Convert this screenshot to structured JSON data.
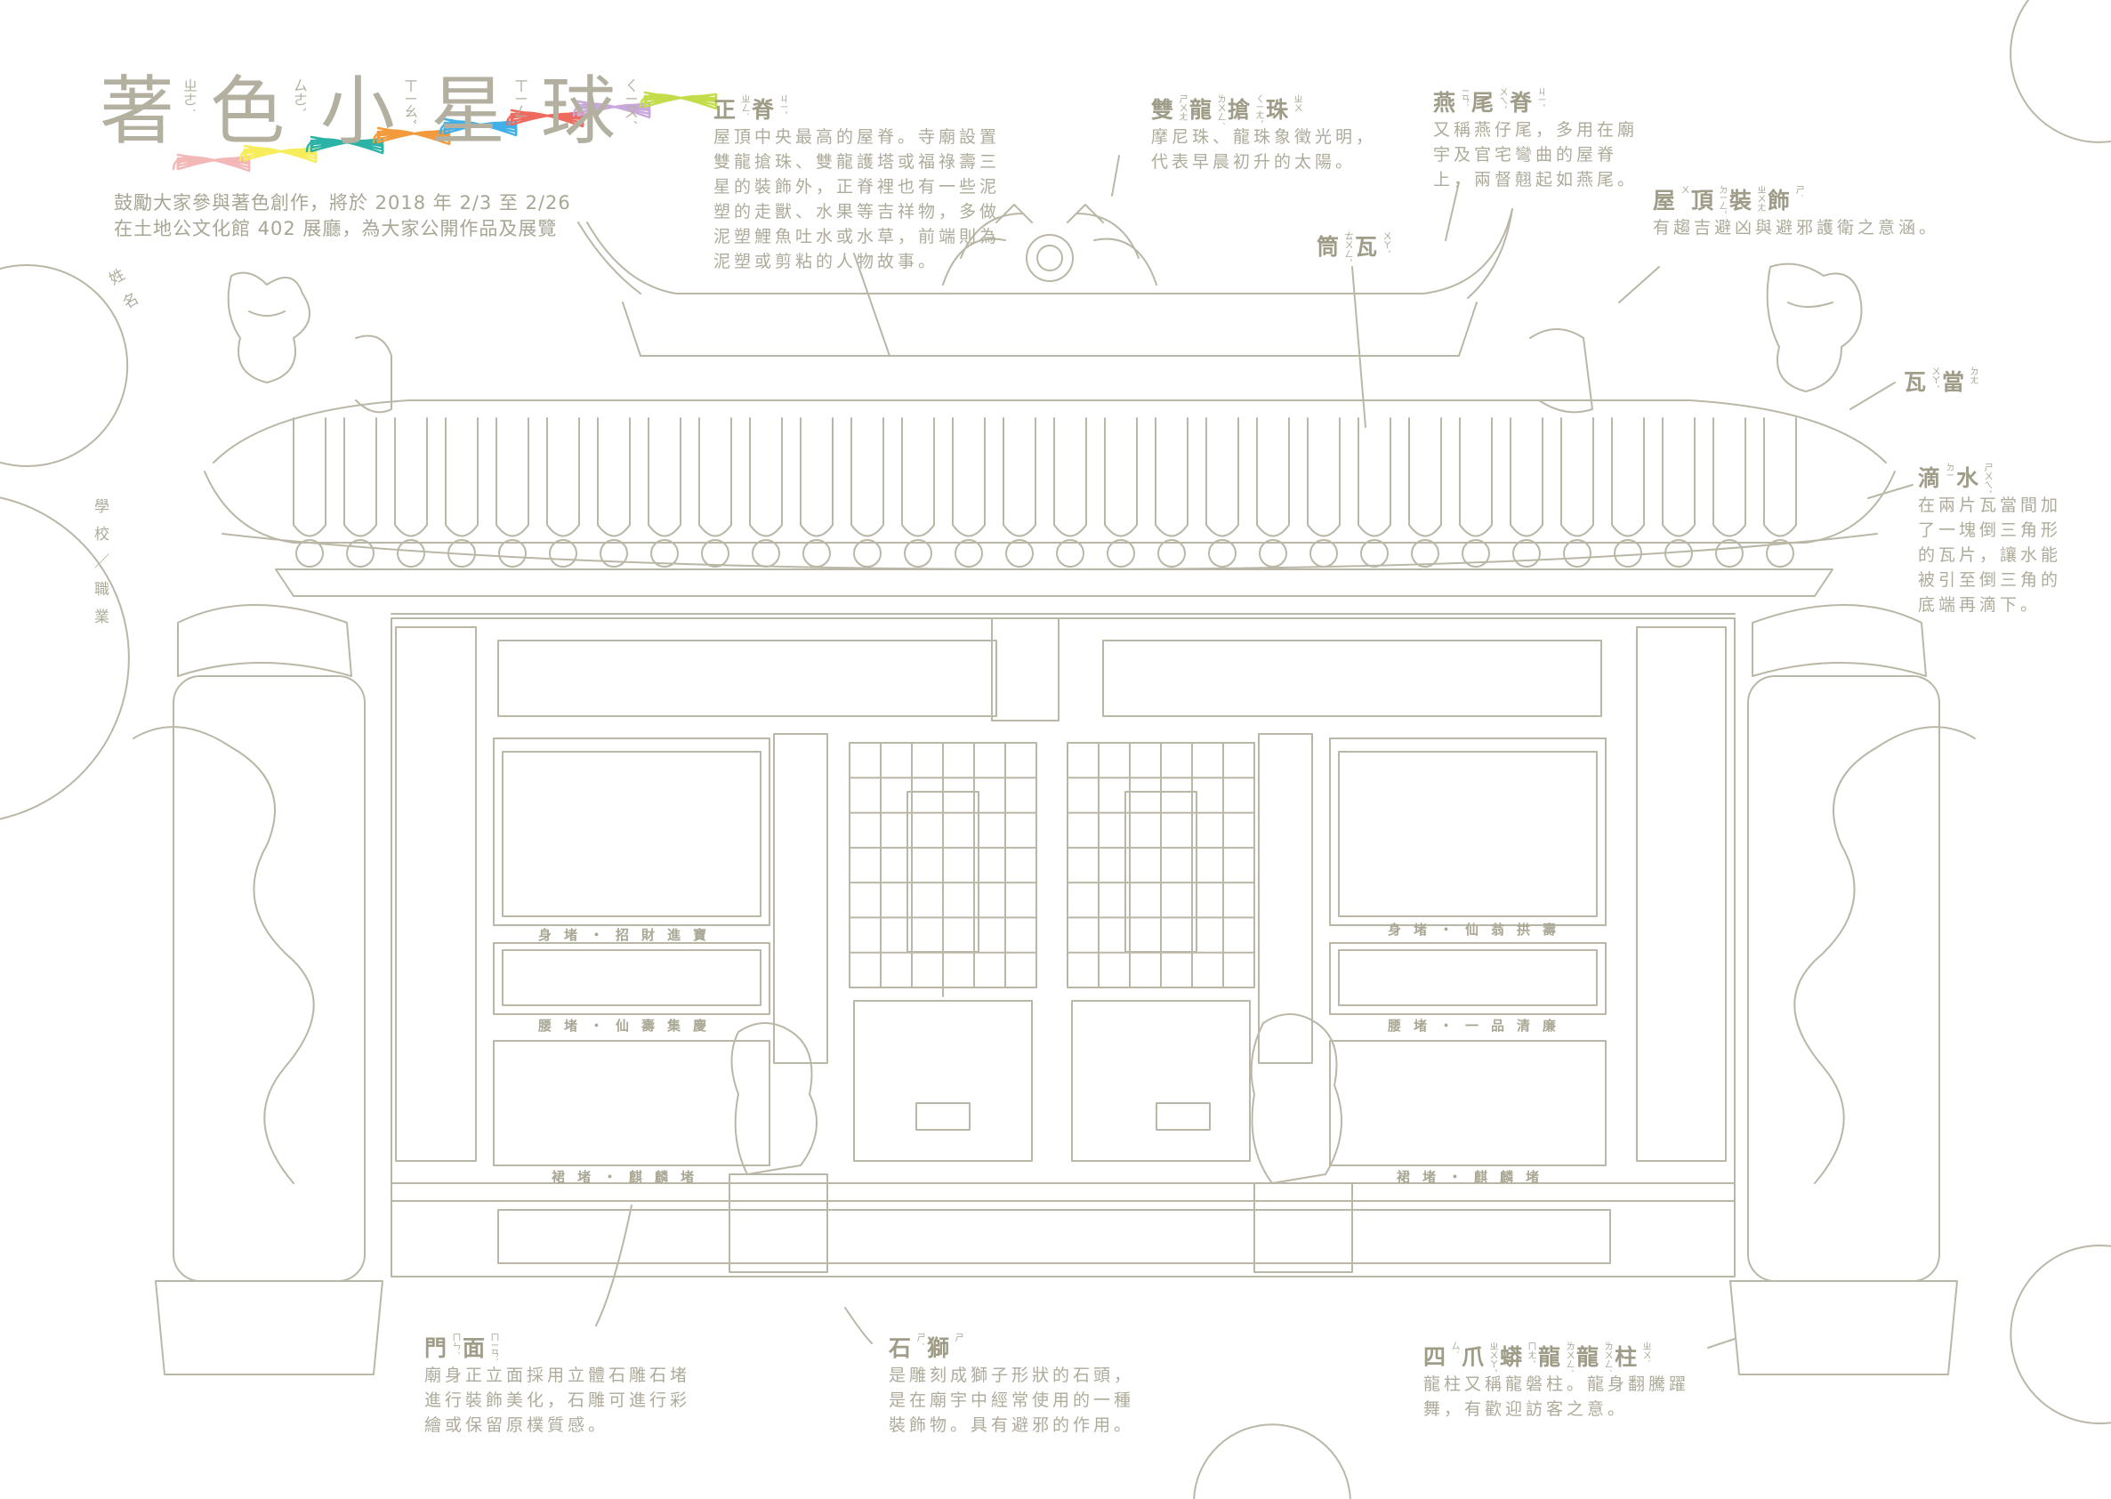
{
  "title": {
    "text": "著色小星球",
    "chars": [
      {
        "c": "著",
        "z": "ㄓㄜ˙"
      },
      {
        "c": "色",
        "z": "ㄙㄜˋ"
      },
      {
        "c": "小",
        "z": "ㄒㄧㄠˇ"
      },
      {
        "c": "星",
        "z": "ㄒㄧㄥ"
      },
      {
        "c": "球",
        "z": "ㄑㄧㄡˊ"
      }
    ],
    "scribble_colors": [
      "#f4b7b7",
      "#f7ec5a",
      "#2bb3a8",
      "#f29a3c",
      "#3fb0e8",
      "#ee6a5e",
      "#c9a9dc",
      "#c3dd4a"
    ]
  },
  "intro": [
    "鼓勵大家參與著色創作，將於 2018 年 2/3 至 2/26",
    "在土地公文化館 402 展廳，為大家公開作品及展覽"
  ],
  "form": {
    "name_label": "姓名",
    "school_label": "學校／職業"
  },
  "annotations": [
    {
      "id": "a-zhengji",
      "head": [
        {
          "c": "正",
          "z": "ㄓㄥˋ"
        },
        {
          "c": "脊",
          "z": "ㄐㄧˇ"
        }
      ],
      "body": [
        "屋頂中央最高的屋脊。寺廟設置",
        "雙龍搶珠、雙龍護塔或福祿壽三",
        "星的裝飾外，正脊裡也有一些泥",
        "塑的走獸、水果等吉祥物，多做",
        "泥塑鯉魚吐水或水草，前端則為",
        "泥塑或剪粘的人物故事。"
      ]
    },
    {
      "id": "a-shuanglong",
      "head": [
        {
          "c": "雙",
          "z": "ㄕㄨㄤ"
        },
        {
          "c": "龍",
          "z": "ㄌㄨㄥˊ"
        },
        {
          "c": "搶",
          "z": "ㄑㄧㄤˇ"
        },
        {
          "c": "珠",
          "z": "ㄓㄨ"
        }
      ],
      "body": [
        "摩尼珠、龍珠象徵光明，",
        "代表早晨初升的太陽。"
      ]
    },
    {
      "id": "a-yanweiji",
      "head": [
        {
          "c": "燕",
          "z": "ㄧㄢˋ"
        },
        {
          "c": "尾",
          "z": "ㄨㄟˇ"
        },
        {
          "c": "脊",
          "z": "ㄐㄧˇ"
        }
      ],
      "body": [
        "又稱燕仔尾，多用在廟",
        "宇及官宅彎曲的屋脊",
        "上，兩督翹起如燕尾。"
      ]
    },
    {
      "id": "a-tongwa",
      "head": [
        {
          "c": "筒",
          "z": "ㄊㄨㄥˇ"
        },
        {
          "c": "瓦",
          "z": "ㄨㄚˇ"
        }
      ],
      "body": []
    },
    {
      "id": "a-wuding",
      "head": [
        {
          "c": "屋",
          "z": "ㄨ"
        },
        {
          "c": "頂",
          "z": "ㄉㄧㄥˇ"
        },
        {
          "c": "裝",
          "z": "ㄓㄨㄤ"
        },
        {
          "c": "飾",
          "z": "ㄕˋ"
        }
      ],
      "body": [
        "有趨吉避凶與避邪護衛之意涵。"
      ]
    },
    {
      "id": "a-wadang",
      "head": [
        {
          "c": "瓦",
          "z": "ㄨㄚˇ"
        },
        {
          "c": "當",
          "z": "ㄉㄤ"
        }
      ],
      "body": []
    },
    {
      "id": "a-dishui",
      "head": [
        {
          "c": "滴",
          "z": "ㄉㄧ"
        },
        {
          "c": "水",
          "z": "ㄕㄨㄟˇ"
        }
      ],
      "body": [
        "在兩片瓦當間加",
        "了一塊倒三角形",
        "的瓦片，讓水能",
        "被引至倒三角的",
        "底端再滴下。"
      ]
    },
    {
      "id": "a-menmian",
      "head": [
        {
          "c": "門",
          "z": "ㄇㄣˊ"
        },
        {
          "c": "面",
          "z": "ㄇㄧㄢˋ"
        }
      ],
      "body": [
        "廟身正立面採用立體石雕石堵",
        "進行裝飾美化，石雕可進行彩",
        "繪或保留原樸質感。"
      ]
    },
    {
      "id": "a-shishi",
      "head": [
        {
          "c": "石",
          "z": "ㄕˊ"
        },
        {
          "c": "獅",
          "z": "ㄕ"
        }
      ],
      "body": [
        "是雕刻成獅子形狀的石頭，",
        "是在廟宇中經常使用的一種",
        "裝飾物。具有避邪的作用。"
      ]
    },
    {
      "id": "a-longzhu",
      "head": [
        {
          "c": "四",
          "z": "ㄙˋ"
        },
        {
          "c": "爪",
          "z": "ㄓㄨㄚˇ"
        },
        {
          "c": "蟒",
          "z": "ㄇㄤˇ"
        },
        {
          "c": "龍",
          "z": "ㄌㄨㄥˊ"
        },
        {
          "c": "龍",
          "z": "ㄌㄨㄥˊ"
        },
        {
          "c": "柱",
          "z": "ㄓㄨˋ"
        }
      ],
      "body": [
        "龍柱又稱龍磐柱。龍身翻騰躍",
        "舞，有歡迎訪客之意。"
      ]
    }
  ],
  "panels": {
    "left_body": "身堵・招財進寶",
    "left_waist": "腰堵・仙壽集慶",
    "left_skirt": "裙堵・麒麟堵",
    "right_body": "身堵・仙翁拱壽",
    "right_waist": "腰堵・一品清廉",
    "right_skirt": "裙堵・麒麟堵"
  }
}
